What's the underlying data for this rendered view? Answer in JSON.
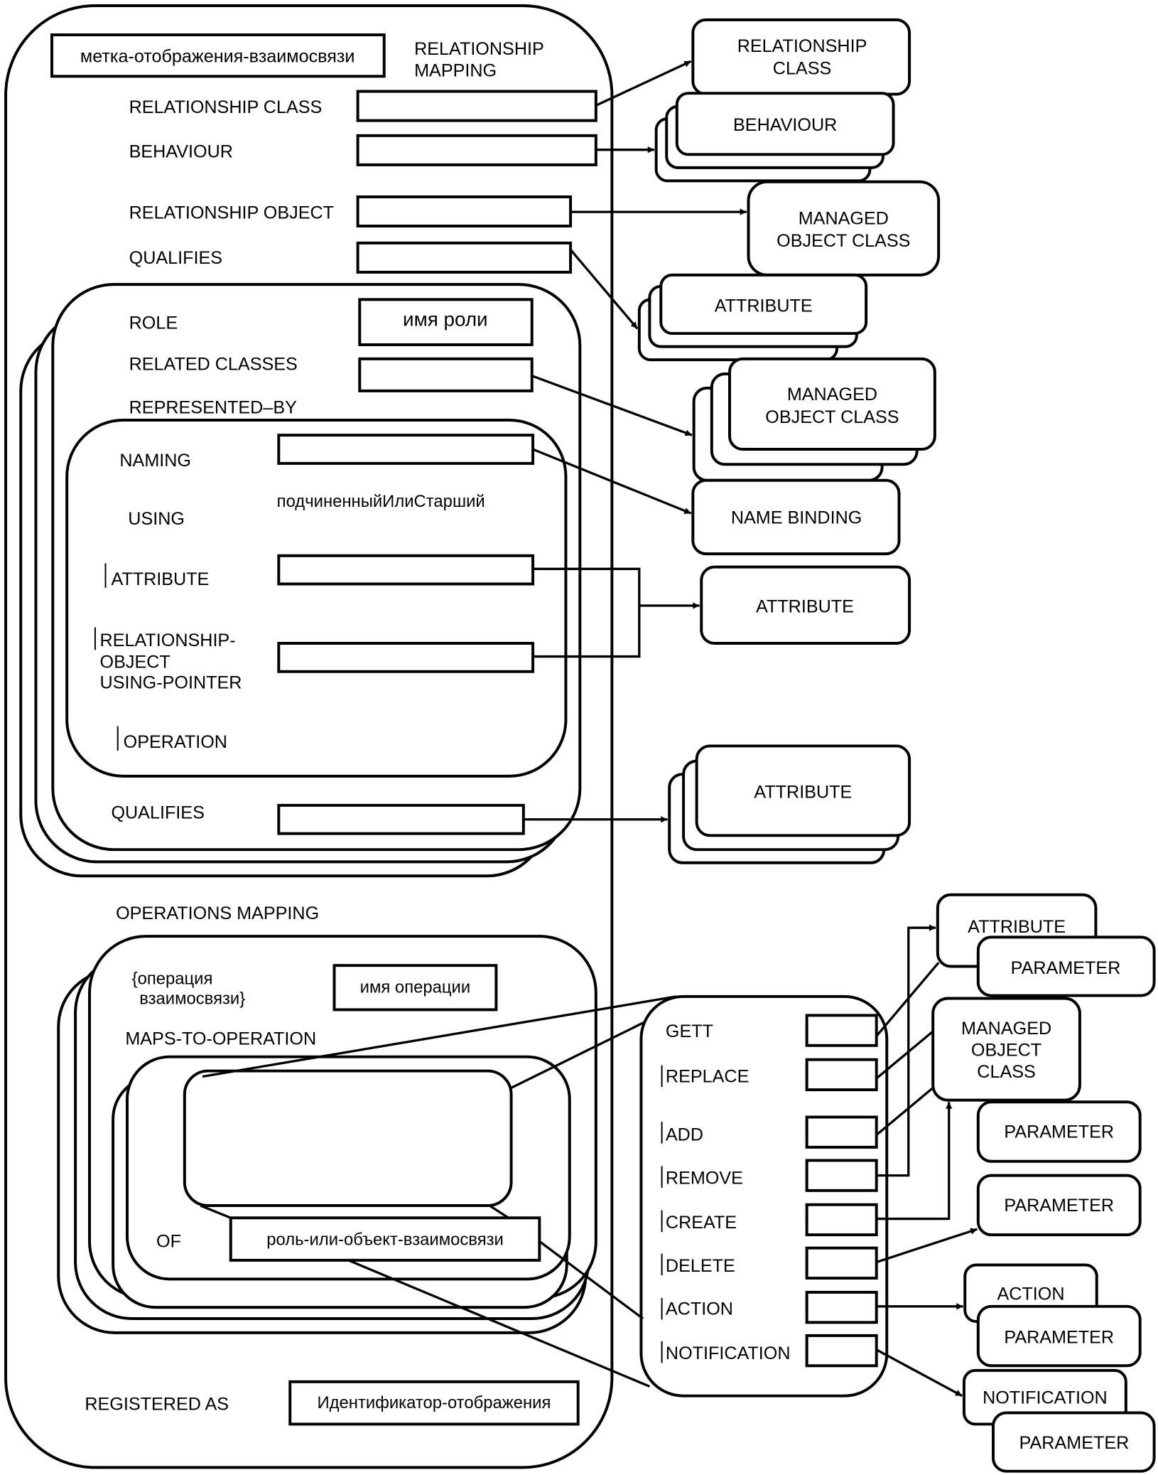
{
  "diagram": {
    "colors": {
      "stroke": "#000000",
      "background": "#ffffff"
    },
    "relationship_mapping": {
      "label_box": "метка-отображения-взаимосвязи",
      "title_line1": "RELATIONSHIP",
      "title_line2": "MAPPING",
      "rows": {
        "relationship_class": "RELATIONSHIP CLASS",
        "behaviour": "BEHAVIOUR",
        "relationship_object": "RELATIONSHIP OBJECT",
        "qualifies": "QUALIFIES"
      },
      "role": {
        "role_label": "ROLE",
        "role_name_box": "имя роли",
        "related_classes": "RELATED CLASSES",
        "represented_by": "REPRESENTED–BY",
        "naming": "NAMING",
        "using": "USING",
        "using_value": "подчиненныйИлиСтарший",
        "attribute": "ATTRIBUTE",
        "rel_obj_line1": "RELATIONSHIP-",
        "rel_obj_line2": "OBJECT",
        "rel_obj_line3": "USING-POINTER",
        "operation": "OPERATION",
        "qualifies": "QUALIFIES"
      },
      "operations_mapping": "OPERATIONS MAPPING",
      "op": {
        "op_label_line1": "{операция",
        "op_label_line2": "взаимосвязи}",
        "op_name_box": "имя операции",
        "maps_to_operation": "MAPS-TO-OPERATION",
        "of": "OF",
        "role_or_object_box": "роль-или-объект-взаимосвязи"
      },
      "registered_as": "REGISTERED AS",
      "registered_box": "Идентификатор-отображения"
    },
    "right_boxes": {
      "relationship_class_l1": "RELATIONSHIP",
      "relationship_class_l2": "CLASS",
      "behaviour": "BEHAVIOUR",
      "moc1_l1": "MANAGED",
      "moc1_l2": "OBJECT CLASS",
      "attribute1": "ATTRIBUTE",
      "moc2_l1": "MANAGED",
      "moc2_l2": "OBJECT CLASS",
      "name_binding": "NAME BINDING",
      "attribute2": "ATTRIBUTE",
      "attribute3": "ATTRIBUTE"
    },
    "operations_list": {
      "items": [
        "GETT",
        "REPLACE",
        "ADD",
        "REMOVE",
        "CREATE",
        "DELETE",
        "ACTION",
        "NOTIFICATION"
      ]
    },
    "op_targets": {
      "attribute": "ATTRIBUTE",
      "parameter": "PARAMETER",
      "moc_l1": "MANAGED",
      "moc_l2": "OBJECT",
      "moc_l3": "CLASS",
      "action": "ACTION",
      "notification": "NOTIFICATION"
    }
  }
}
